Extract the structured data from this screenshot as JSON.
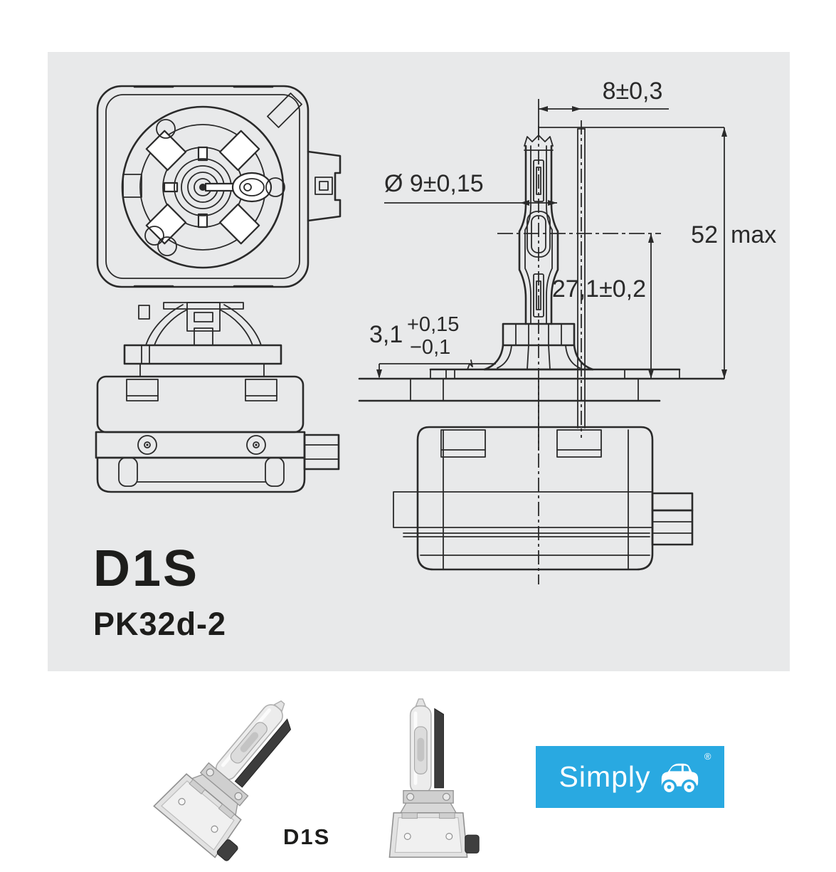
{
  "panel": {
    "bulb_type": "D1S",
    "base_code": "PK32d-2",
    "dimensions": {
      "offset_top": "8±0,3",
      "diameter": "Ø 9±0,15",
      "height_value": "52",
      "height_unit": "max",
      "arc_height": "27,1±0,2",
      "ref_value": "3,1",
      "ref_plus": "+0,15",
      "ref_minus": "−0,1"
    }
  },
  "photos": {
    "caption": "D1S"
  },
  "logo": {
    "brand": "Simply",
    "registered": "®",
    "icon": "car-icon",
    "background_color": "#29a9e1",
    "text_color": "#ffffff"
  },
  "colors": {
    "panel_background": "#e8e9ea",
    "drawing_line": "#2a2a2a",
    "heading_text": "#1d1d1b"
  }
}
